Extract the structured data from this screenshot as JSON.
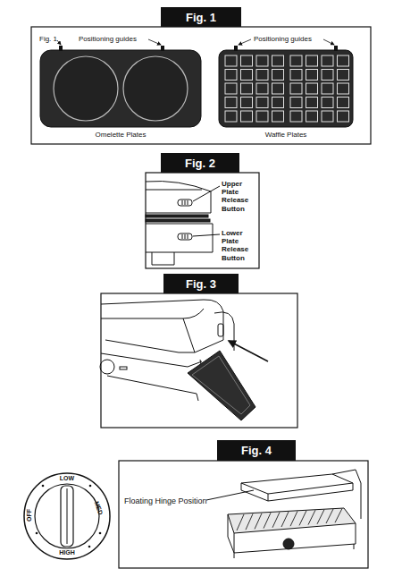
{
  "diagram": {
    "nodes": [
      {
        "text": [
          "Fig. 1"
        ]
      },
      {
        "text": [
          "Fig. 2"
        ]
      },
      {
        "text": [
          "Fig. 3"
        ]
      },
      {
        "text": [
          "Fig. 4"
        ]
      }
    ],
    "labels": [
      "Fig. 1",
      "Positioning guides",
      "Positioning guides",
      "Omelette Plates",
      "Waffle Plates",
      "Upper Plate Release Button",
      "Lower Plate Release Button",
      "OFF",
      "LOW",
      "MED",
      "HIGH",
      "Floating Hinge Position"
    ]
  }
}
